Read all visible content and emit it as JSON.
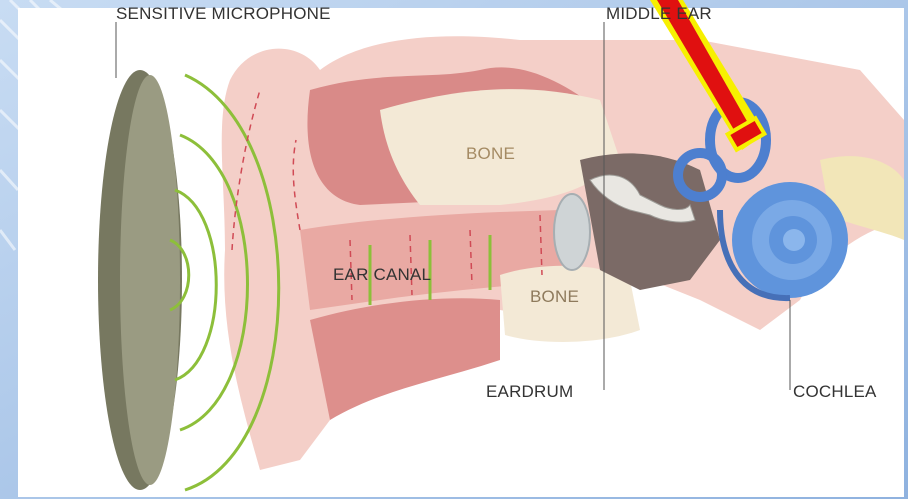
{
  "labels": {
    "microphone": "SENSITIVE MICROPHONE",
    "middle_ear": "MIDDLE EAR",
    "bone_upper": "BONE",
    "ear_canal": "EAR CANAL",
    "bone_lower": "BONE",
    "eardrum": "EARDRUM",
    "cochlea": "COCHLEA"
  },
  "colors": {
    "background": "#a9c6ea",
    "panel": "#ffffff",
    "microphone": "#8e8f78",
    "sound_wave": "#8dbf3a",
    "ear_skin": "#f2c7c0",
    "ear_canal": "#e8a39e",
    "bone": "#f3e9d6",
    "inner_ear": "#5b8fd6",
    "pointer_fill": "#e01010",
    "pointer_outline": "#f7f000"
  }
}
